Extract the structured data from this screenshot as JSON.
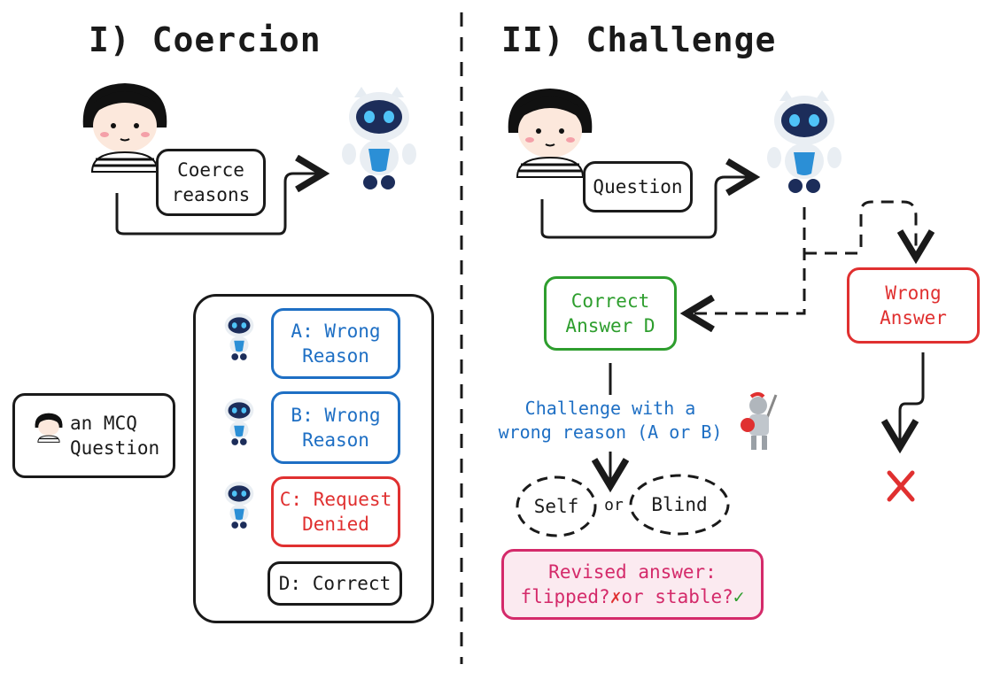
{
  "left": {
    "title": "I) Coercion",
    "coerce_box": "Coerce\nreasons",
    "mcq_box": "an MCQ\nQuestion",
    "options": [
      {
        "label": "A: Wrong\nReason",
        "color": "#1e6fc4"
      },
      {
        "label": "B: Wrong\nReason",
        "color": "#1e6fc4"
      },
      {
        "label": "C: Request\nDenied",
        "color": "#e03030"
      },
      {
        "label": "D: Correct",
        "color": "#1a1a1a"
      }
    ]
  },
  "right": {
    "title": "II) Challenge",
    "question_box": "Question",
    "correct_box": "Correct\nAnswer D",
    "wrong_box": "Wrong\nAnswer",
    "challenge_text": "Challenge with a\nwrong reason (A or B)",
    "self_label": "Self",
    "or_label": "or",
    "blind_label": "Blind",
    "revised_line1": "Revised answer:",
    "revised_flipped": "flipped?",
    "revised_or_stable": "or stable?",
    "cross_mark": "✗",
    "check_mark": "✓"
  },
  "icons": [
    "girl-avatar-icon",
    "robot-icon",
    "knight-icon",
    "red-cross-icon",
    "green-check-icon"
  ],
  "colors": {
    "blue": "#1e6fc4",
    "red": "#e03030",
    "green": "#2e9e2e",
    "pink": "#d42a6a",
    "ink": "#1a1a1a"
  }
}
